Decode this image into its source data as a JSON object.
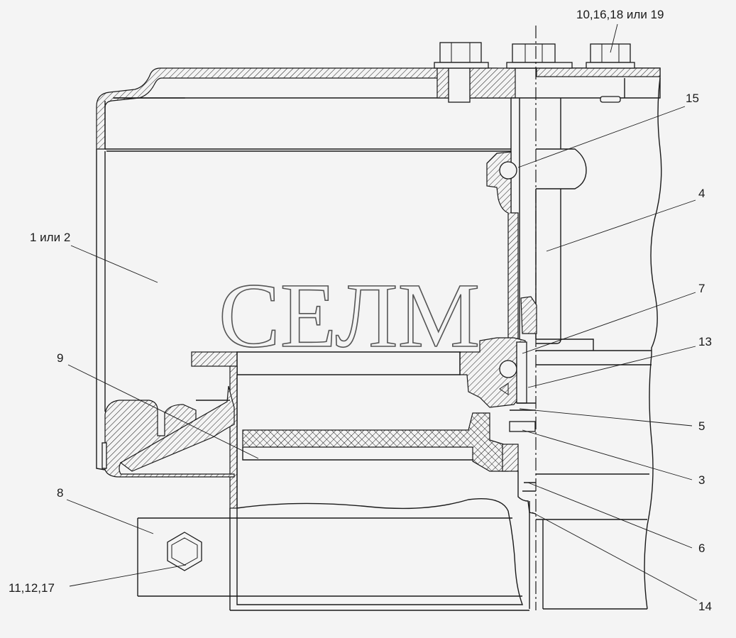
{
  "watermark": "СЕЛМ",
  "callouts": [
    {
      "id": "c-10-16-18-19",
      "text": "10,16,18 или 19"
    },
    {
      "id": "c-15",
      "text": "15"
    },
    {
      "id": "c-4",
      "text": "4"
    },
    {
      "id": "c-1-2",
      "text": "1 или 2"
    },
    {
      "id": "c-7",
      "text": "7"
    },
    {
      "id": "c-13",
      "text": "13"
    },
    {
      "id": "c-9",
      "text": "9"
    },
    {
      "id": "c-5",
      "text": "5"
    },
    {
      "id": "c-3",
      "text": "3"
    },
    {
      "id": "c-8",
      "text": "8"
    },
    {
      "id": "c-6",
      "text": "6"
    },
    {
      "id": "c-11-12-17",
      "text": "11,12,17"
    },
    {
      "id": "c-14",
      "text": "14"
    }
  ]
}
